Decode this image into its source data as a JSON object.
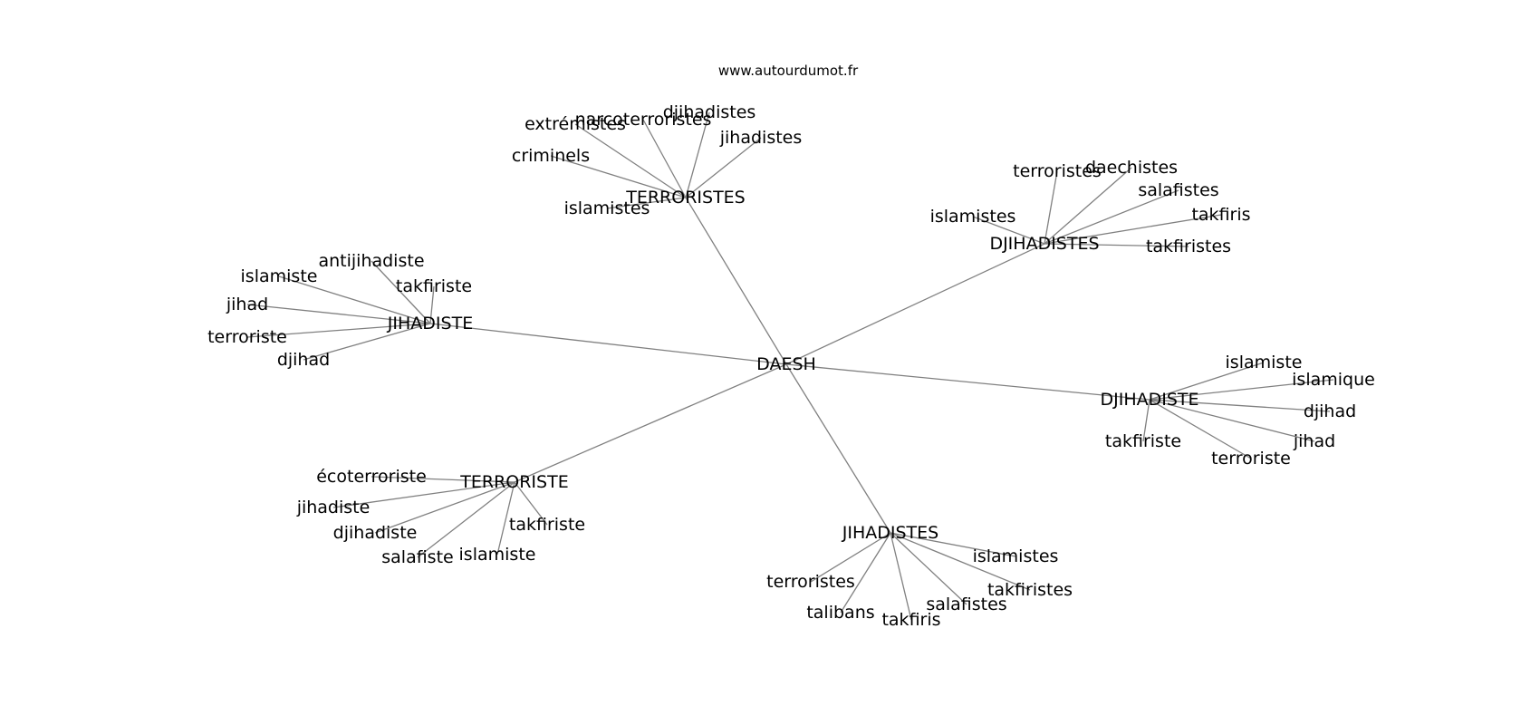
{
  "header": {
    "watermark": "www.autourdumot.fr"
  },
  "graph": {
    "nodes": [
      {
        "id": "daesh",
        "label": "DAESH"
      },
      {
        "id": "terroristes",
        "label": "TERRORISTES"
      },
      {
        "id": "t_extremistes",
        "label": "extrémistes"
      },
      {
        "id": "t_narco",
        "label": "narcoterroristes"
      },
      {
        "id": "t_djihadistes",
        "label": "djihadistes"
      },
      {
        "id": "t_jihadistes",
        "label": "jihadistes"
      },
      {
        "id": "t_criminels",
        "label": "criminels"
      },
      {
        "id": "t_islamistes",
        "label": "islamistes"
      },
      {
        "id": "djihadistes_hub",
        "label": "DJIHADISTES"
      },
      {
        "id": "d_terroristes",
        "label": "terroristes"
      },
      {
        "id": "d_daechistes",
        "label": "daechistes"
      },
      {
        "id": "d_salafistes",
        "label": "salafistes"
      },
      {
        "id": "d_takfiris",
        "label": "takfiris"
      },
      {
        "id": "d_islamistes",
        "label": "islamistes"
      },
      {
        "id": "d_takfiristes",
        "label": "takfiristes"
      },
      {
        "id": "jihadiste_hub",
        "label": "JIHADISTE"
      },
      {
        "id": "j_antijihadiste",
        "label": "antijihadiste"
      },
      {
        "id": "j_islamiste",
        "label": "islamiste"
      },
      {
        "id": "j_takfiriste",
        "label": "takfiriste"
      },
      {
        "id": "j_jihad",
        "label": "jihad"
      },
      {
        "id": "j_terroriste",
        "label": "terroriste"
      },
      {
        "id": "j_djihad",
        "label": "djihad"
      },
      {
        "id": "djihadiste_hub",
        "label": "DJIHADISTE"
      },
      {
        "id": "dj_islamiste",
        "label": "islamiste"
      },
      {
        "id": "dj_islamique",
        "label": "islamique"
      },
      {
        "id": "dj_djihad",
        "label": "djihad"
      },
      {
        "id": "dj_jihad",
        "label": "jihad"
      },
      {
        "id": "dj_takfiriste",
        "label": "takfiriste"
      },
      {
        "id": "dj_terroriste",
        "label": "terroriste"
      },
      {
        "id": "terroriste_hub",
        "label": "TERRORISTE"
      },
      {
        "id": "tr_ecoterroriste",
        "label": "écoterroriste"
      },
      {
        "id": "tr_jihadiste",
        "label": "jihadiste"
      },
      {
        "id": "tr_djihadiste",
        "label": "djihadiste"
      },
      {
        "id": "tr_takfiriste",
        "label": "takfiriste"
      },
      {
        "id": "tr_salafiste",
        "label": "salafiste"
      },
      {
        "id": "tr_islamiste",
        "label": "islamiste"
      },
      {
        "id": "jihadistes_hub",
        "label": "JIHADISTES"
      },
      {
        "id": "js_islamistes",
        "label": "islamistes"
      },
      {
        "id": "js_terroristes",
        "label": "terroristes"
      },
      {
        "id": "js_takfiristes",
        "label": "takfiristes"
      },
      {
        "id": "js_salafistes",
        "label": "salafistes"
      },
      {
        "id": "js_talibans",
        "label": "talibans"
      },
      {
        "id": "js_takfiris",
        "label": "takfiris"
      }
    ],
    "edges": [
      [
        "daesh",
        "terroristes"
      ],
      [
        "daesh",
        "djihadistes_hub"
      ],
      [
        "daesh",
        "jihadiste_hub"
      ],
      [
        "daesh",
        "djihadiste_hub"
      ],
      [
        "daesh",
        "terroriste_hub"
      ],
      [
        "daesh",
        "jihadistes_hub"
      ],
      [
        "terroristes",
        "t_extremistes"
      ],
      [
        "terroristes",
        "t_narco"
      ],
      [
        "terroristes",
        "t_djihadistes"
      ],
      [
        "terroristes",
        "t_jihadistes"
      ],
      [
        "terroristes",
        "t_criminels"
      ],
      [
        "terroristes",
        "t_islamistes"
      ],
      [
        "djihadistes_hub",
        "d_terroristes"
      ],
      [
        "djihadistes_hub",
        "d_daechistes"
      ],
      [
        "djihadistes_hub",
        "d_salafistes"
      ],
      [
        "djihadistes_hub",
        "d_takfiris"
      ],
      [
        "djihadistes_hub",
        "d_islamistes"
      ],
      [
        "djihadistes_hub",
        "d_takfiristes"
      ],
      [
        "jihadiste_hub",
        "j_antijihadiste"
      ],
      [
        "jihadiste_hub",
        "j_islamiste"
      ],
      [
        "jihadiste_hub",
        "j_takfiriste"
      ],
      [
        "jihadiste_hub",
        "j_jihad"
      ],
      [
        "jihadiste_hub",
        "j_terroriste"
      ],
      [
        "jihadiste_hub",
        "j_djihad"
      ],
      [
        "djihadiste_hub",
        "dj_islamiste"
      ],
      [
        "djihadiste_hub",
        "dj_islamique"
      ],
      [
        "djihadiste_hub",
        "dj_djihad"
      ],
      [
        "djihadiste_hub",
        "dj_jihad"
      ],
      [
        "djihadiste_hub",
        "dj_takfiriste"
      ],
      [
        "djihadiste_hub",
        "dj_terroriste"
      ],
      [
        "terroriste_hub",
        "tr_ecoterroriste"
      ],
      [
        "terroriste_hub",
        "tr_jihadiste"
      ],
      [
        "terroriste_hub",
        "tr_djihadiste"
      ],
      [
        "terroriste_hub",
        "tr_takfiriste"
      ],
      [
        "terroriste_hub",
        "tr_salafiste"
      ],
      [
        "terroriste_hub",
        "tr_islamiste"
      ],
      [
        "jihadistes_hub",
        "js_islamistes"
      ],
      [
        "jihadistes_hub",
        "js_terroristes"
      ],
      [
        "jihadistes_hub",
        "js_takfiristes"
      ],
      [
        "jihadistes_hub",
        "js_salafistes"
      ],
      [
        "jihadistes_hub",
        "js_talibans"
      ],
      [
        "jihadistes_hub",
        "js_takfiris"
      ]
    ]
  }
}
